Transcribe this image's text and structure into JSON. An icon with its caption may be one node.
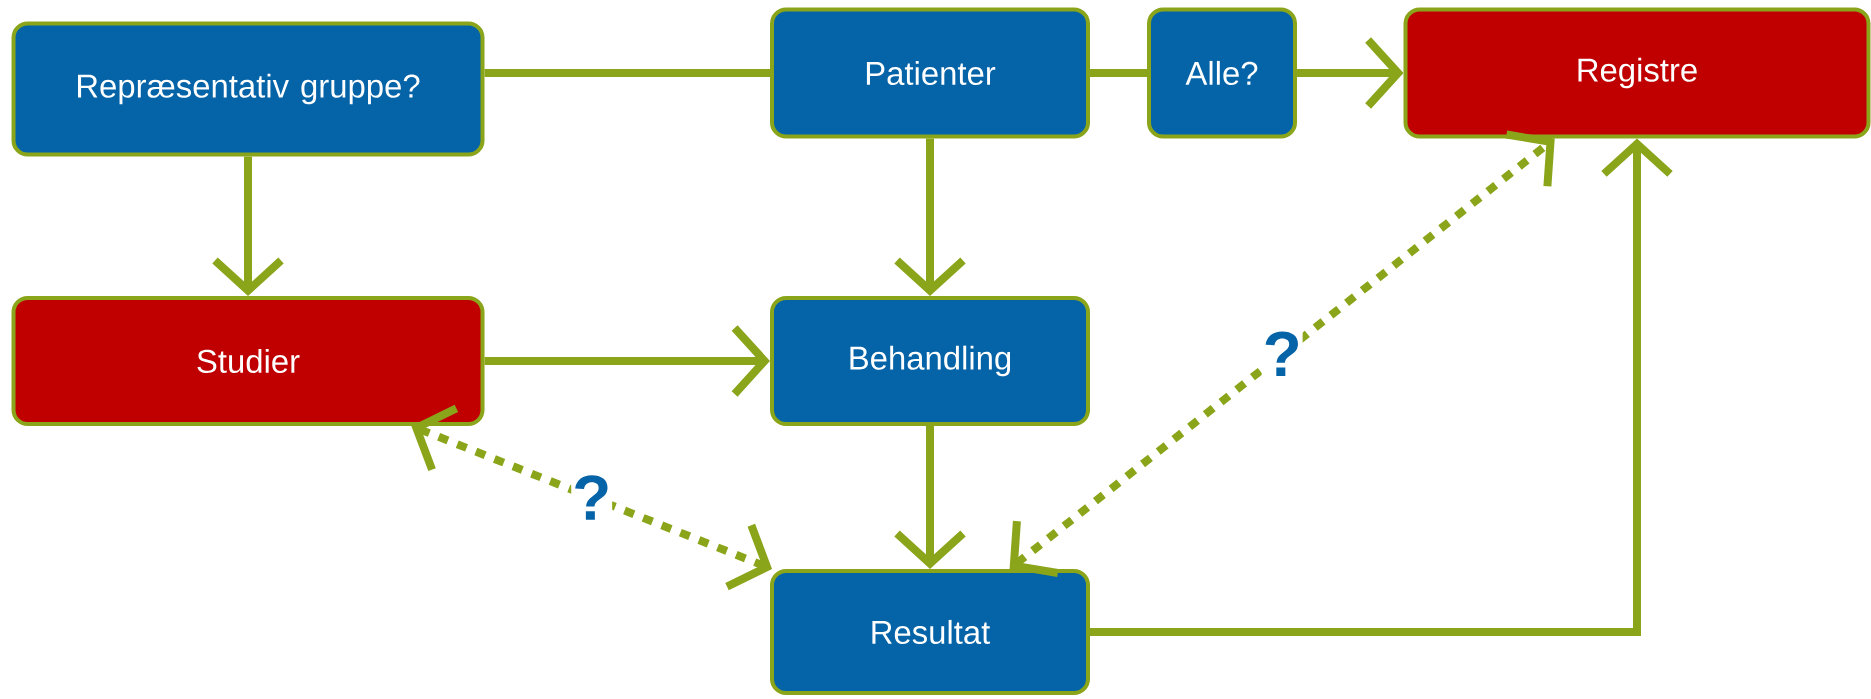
{
  "diagram": {
    "nodes": [
      {
        "text": [
          "Repræsentativ gruppe?"
        ]
      },
      {
        "text": [
          "Patienter"
        ]
      },
      {
        "text": [
          "Alle?"
        ]
      },
      {
        "text": [
          "Registre"
        ]
      },
      {
        "text": [
          "Studier"
        ]
      },
      {
        "text": [
          "Behandling"
        ]
      },
      {
        "text": [
          "Resultat"
        ]
      }
    ],
    "edges": [
      {
        "from": 0,
        "to": 1,
        "arrow": "none"
      },
      {
        "from": 1,
        "to": 2,
        "arrow": "none"
      },
      {
        "from": 2,
        "to": 3,
        "arrow": "to"
      },
      {
        "from": 0,
        "to": 4,
        "arrow": "to"
      },
      {
        "from": 1,
        "to": 5,
        "arrow": "to"
      },
      {
        "from": 4,
        "to": 5,
        "arrow": "to"
      },
      {
        "from": 5,
        "to": 6,
        "arrow": "to"
      },
      {
        "from": 4,
        "to": 6,
        "arrow": "both",
        "style": "dashed",
        "label": "?"
      },
      {
        "from": 6,
        "to": 3,
        "arrow": "both",
        "style": "dashed",
        "label": "?"
      },
      {
        "from": 6,
        "to": 3,
        "arrow": "to"
      }
    ]
  }
}
